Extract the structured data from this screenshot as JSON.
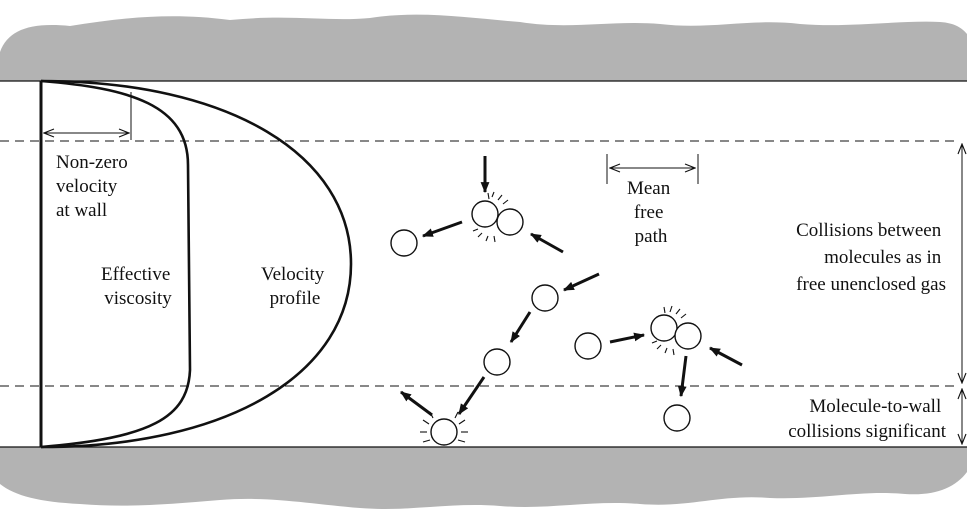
{
  "colors": {
    "wall_fill": "#b3b3b3",
    "ink": "#111111",
    "background": "#ffffff"
  },
  "labels": {
    "nonzero_velocity": [
      "Non-zero",
      "velocity",
      "at wall"
    ],
    "effective_viscosity": [
      "Effective",
      "viscosity"
    ],
    "velocity_profile": [
      "Velocity",
      "profile"
    ],
    "mean_free_path": [
      "Mean",
      "free",
      "path"
    ],
    "collisions_between": [
      "Collisions between",
      "molecules as in",
      "free unenclosed gas"
    ],
    "wall_collisions": [
      "Molecule-to-wall",
      "collisions significant"
    ]
  }
}
